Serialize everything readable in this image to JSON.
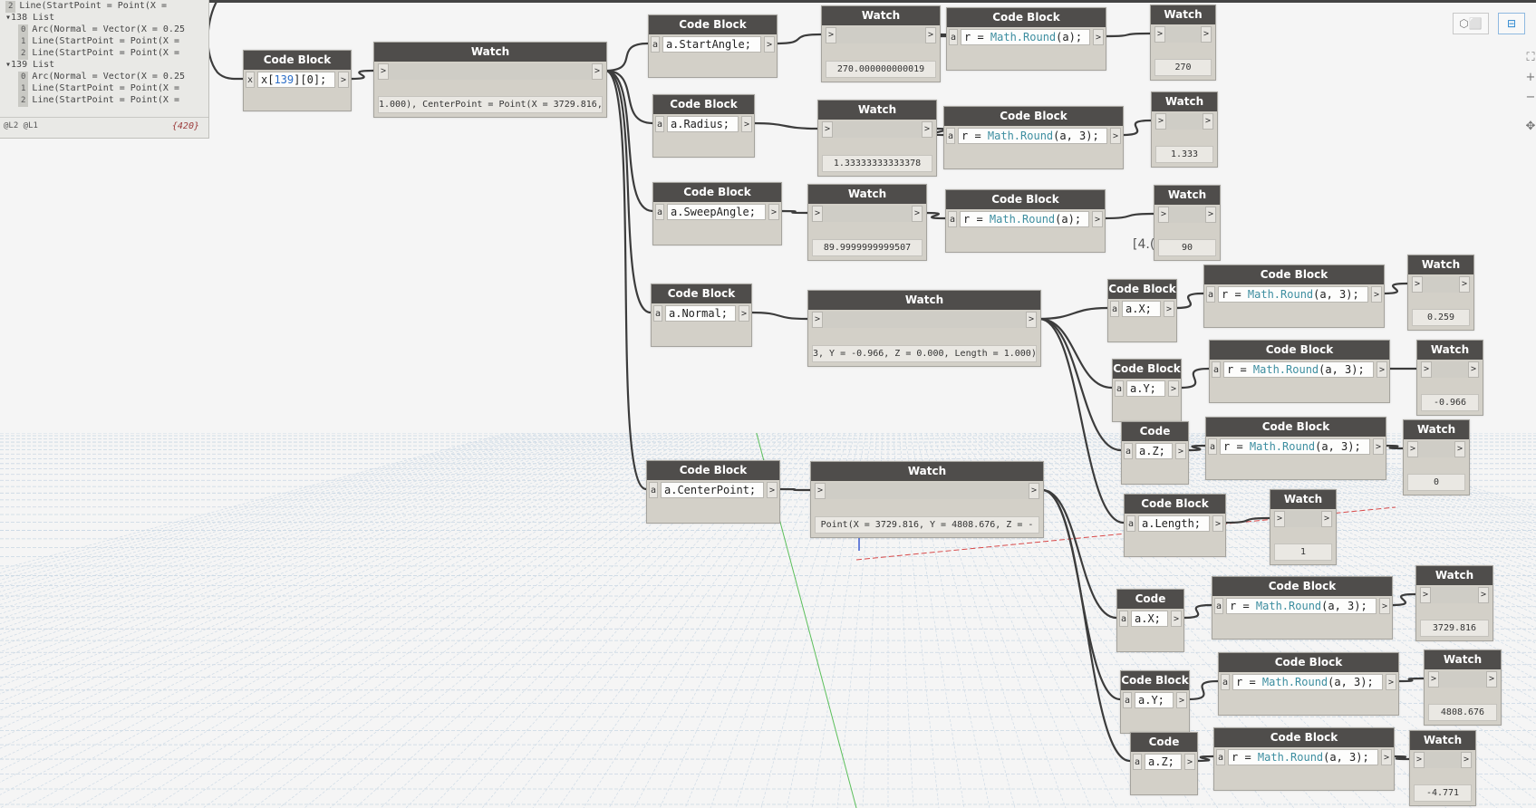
{
  "toolbar": {
    "geometry_view_icon": "3d-view-icon",
    "graph_view_icon": "graph-view-icon",
    "fit_icon": "fit-view-icon",
    "zoom_in": "+",
    "zoom_out": "−",
    "pan_icon": "pan-icon"
  },
  "tree": {
    "lines": [
      {
        "idx": "2",
        "text": "Line(StartPoint = Point(X ="
      },
      {
        "toggle": "▾",
        "text": "138 List"
      },
      {
        "idx": "0",
        "text": "Arc(Normal = Vector(X = 0.25"
      },
      {
        "idx": "1",
        "text": "Line(StartPoint = Point(X ="
      },
      {
        "idx": "2",
        "text": "Line(StartPoint = Point(X ="
      },
      {
        "toggle": "▾",
        "text": "139 List"
      },
      {
        "idx": "0",
        "text": "Arc(Normal = Vector(X = 0.25"
      },
      {
        "idx": "1",
        "text": "Line(StartPoint = Point(X ="
      },
      {
        "idx": "2",
        "text": "Line(StartPoint = Point(X ="
      }
    ],
    "levels": "@L2 @L1",
    "count": "{420}"
  },
  "cursor_label": "[4.(",
  "nodes": {
    "cb_index": {
      "title": "Code Block",
      "in": "x",
      "code_pre": "x[",
      "code_num": "139",
      "code_post": "][0];",
      "out": ">"
    },
    "w_main": {
      "title": "Watch",
      "value": "1.000), CenterPoint = Point(X = 3729.816,"
    },
    "cb_start": {
      "title": "Code Block",
      "in": "a",
      "code": "a.StartAngle;",
      "out": ">"
    },
    "cb_radius": {
      "title": "Code Block",
      "in": "a",
      "code": "a.Radius;",
      "out": ">"
    },
    "cb_sweep": {
      "title": "Code Block",
      "in": "a",
      "code": "a.SweepAngle;",
      "out": ">"
    },
    "cb_normal": {
      "title": "Code Block",
      "in": "a",
      "code": "a.Normal;",
      "out": ">"
    },
    "cb_center": {
      "title": "Code Block",
      "in": "a",
      "code": "a.CenterPoint;",
      "out": ">"
    },
    "w_start": {
      "title": "Watch",
      "value": "270.000000000019"
    },
    "w_radius": {
      "title": "Watch",
      "value": "1.33333333333378"
    },
    "w_sweep": {
      "title": "Watch",
      "value": "89.9999999999507"
    },
    "w_normal": {
      "title": "Watch",
      "value": "3, Y = -0.966, Z = 0.000, Length = 1.000)"
    },
    "w_center": {
      "title": "Watch",
      "value": "Point(X = 3729.816, Y = 4808.676, Z = -"
    },
    "r_start": {
      "title": "Code Block",
      "in": "a",
      "code_pre": "r = ",
      "code_fn": "Math.Round",
      "code_post": "(a);",
      "out": ">"
    },
    "r_radius": {
      "title": "Code Block",
      "in": "a",
      "code_pre": "r = ",
      "code_fn": "Math.Round",
      "code_post": "(a, 3);",
      "out": ">"
    },
    "r_sweep": {
      "title": "Code Block",
      "in": "a",
      "code_pre": "r = ",
      "code_fn": "Math.Round",
      "code_post": "(a);",
      "out": ">"
    },
    "wr_start": {
      "title": "Watch",
      "value": "270"
    },
    "wr_radius": {
      "title": "Watch",
      "value": "1.333"
    },
    "wr_sweep": {
      "title": "Watch",
      "value": "90"
    },
    "n_x": {
      "title": "Code Block",
      "in": "a",
      "code": "a.X;",
      "out": ">"
    },
    "n_y": {
      "title": "Code Block",
      "in": "a",
      "code": "a.Y;",
      "out": ">"
    },
    "n_z": {
      "title": "Code Block",
      "in": "a",
      "code": "a.Z;",
      "out": ">"
    },
    "n_len": {
      "title": "Code Block",
      "in": "a",
      "code": "a.Length;",
      "out": ">"
    },
    "nr_x": {
      "title": "Code Block",
      "in": "a",
      "code_pre": "r = ",
      "code_fn": "Math.Round",
      "code_post": "(a, 3);",
      "out": ">"
    },
    "nr_y": {
      "title": "Code Block",
      "in": "a",
      "code_pre": "r = ",
      "code_fn": "Math.Round",
      "code_post": "(a, 3);",
      "out": ">"
    },
    "nr_z": {
      "title": "Code Block",
      "in": "a",
      "code_pre": "r = ",
      "code_fn": "Math.Round",
      "code_post": "(a, 3);",
      "out": ">"
    },
    "nw_x": {
      "title": "Watch",
      "value": "0.259"
    },
    "nw_y": {
      "title": "Watch",
      "value": "-0.966"
    },
    "nw_z": {
      "title": "Watch",
      "value": "0"
    },
    "nw_len": {
      "title": "Watch",
      "value": "1"
    },
    "c_x": {
      "title": "Code Block",
      "in": "a",
      "code": "a.X;",
      "out": ">"
    },
    "c_y": {
      "title": "Code Block",
      "in": "a",
      "code": "a.Y;",
      "out": ">"
    },
    "c_z": {
      "title": "Code Block",
      "in": "a",
      "code": "a.Z;",
      "out": ">"
    },
    "cr_x": {
      "title": "Code Block",
      "in": "a",
      "code_pre": "r = ",
      "code_fn": "Math.Round",
      "code_post": "(a, 3);",
      "out": ">"
    },
    "cr_y": {
      "title": "Code Block",
      "in": "a",
      "code_pre": "r = ",
      "code_fn": "Math.Round",
      "code_post": "(a, 3);",
      "out": ">"
    },
    "cr_z": {
      "title": "Code Block",
      "in": "a",
      "code_pre": "r = ",
      "code_fn": "Math.Round",
      "code_post": "(a, 3);",
      "out": ">"
    },
    "cw_x": {
      "title": "Watch",
      "value": "3729.816"
    },
    "cw_y": {
      "title": "Watch",
      "value": "4808.676"
    },
    "cw_z": {
      "title": "Watch",
      "value": "-4.771"
    }
  }
}
